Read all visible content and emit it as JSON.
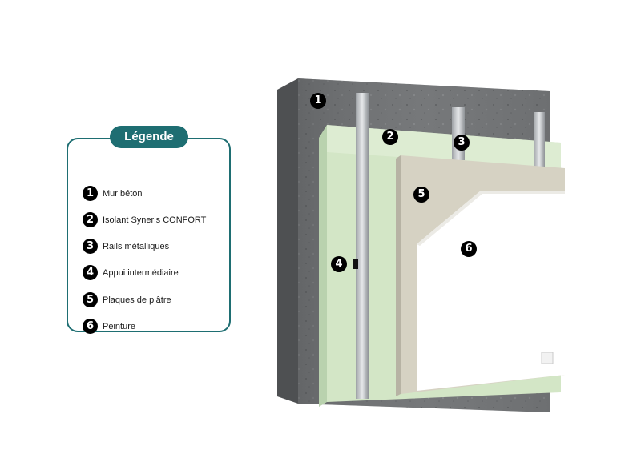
{
  "legend": {
    "title": "Légende",
    "items": [
      {
        "number": "1",
        "label": "Mur béton"
      },
      {
        "number": "2",
        "label": "Isolant Syneris CONFORT"
      },
      {
        "number": "3",
        "label": "Rails métalliques"
      },
      {
        "number": "4",
        "label": "Appui intermédiaire"
      },
      {
        "number": "5",
        "label": "Plaques de plâtre"
      },
      {
        "number": "6",
        "label": "Peinture"
      }
    ]
  },
  "diagram": {
    "markers": [
      "1",
      "2",
      "3",
      "4",
      "5",
      "6"
    ]
  },
  "colors": {
    "accent": "#1e6e72",
    "concrete": "#6f7173",
    "insulation": "#cfe3c3",
    "plaster": "#d3cfc0",
    "paint": "#ffffff"
  }
}
